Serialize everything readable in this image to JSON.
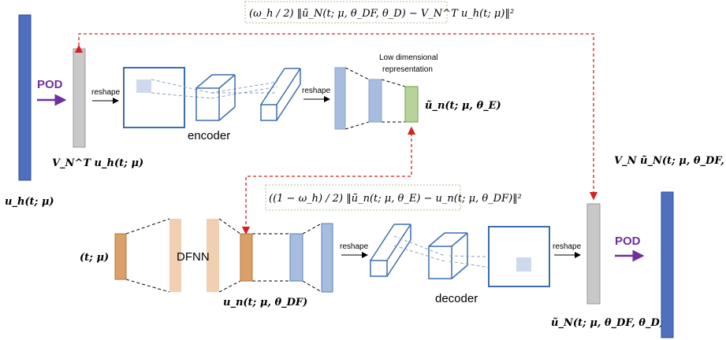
{
  "labels": {
    "pod_left": "POD",
    "pod_right": "POD",
    "reshape_1": "reshape",
    "reshape_2": "reshape",
    "reshape_3": "reshape",
    "reshape_4": "reshape",
    "encoder": "encoder",
    "decoder": "decoder",
    "dfnn": "DFNN",
    "low_dim_line1": "Low dimensional",
    "low_dim_line2": "representation"
  },
  "math": {
    "u_h": "u_h(t; μ)",
    "projected": "V_N^T u_h(t; μ)",
    "encoder_out": "ũ_n(t; μ, θ_E)",
    "input_params": "(t; μ)",
    "dfnn_out": "u_n(t; μ, θ_DF)",
    "decoder_out": "ũ_N(t; μ, θ_DF, θ_D)",
    "reconstruction": "V_N ũ_N(t; μ, θ_DF, θ_D)",
    "loss_top": "(ω_h / 2) ‖ũ_N(t; μ, θ_DF, θ_D) − V_N^T u_h(t; μ)‖²",
    "loss_mid": "((1 − ω_h) / 2) ‖ũ_n(t; μ, θ_E) − u_n(t; μ, θ_DF)‖²"
  },
  "colors": {
    "pod_vector": "#4f6fbf",
    "pod_vector_dark": "#2e4f8f",
    "projection_gray": "#c8c8c8",
    "encoder_blue": "#5a7fb5",
    "layer_blue": "#a7bde0",
    "latent_green": "#b7d39c",
    "dfnn_orange": "#d9a06a",
    "dfnn_light": "#f3cfb1",
    "loss_red": "#d62020",
    "pod_arrow": "#7030a0"
  }
}
